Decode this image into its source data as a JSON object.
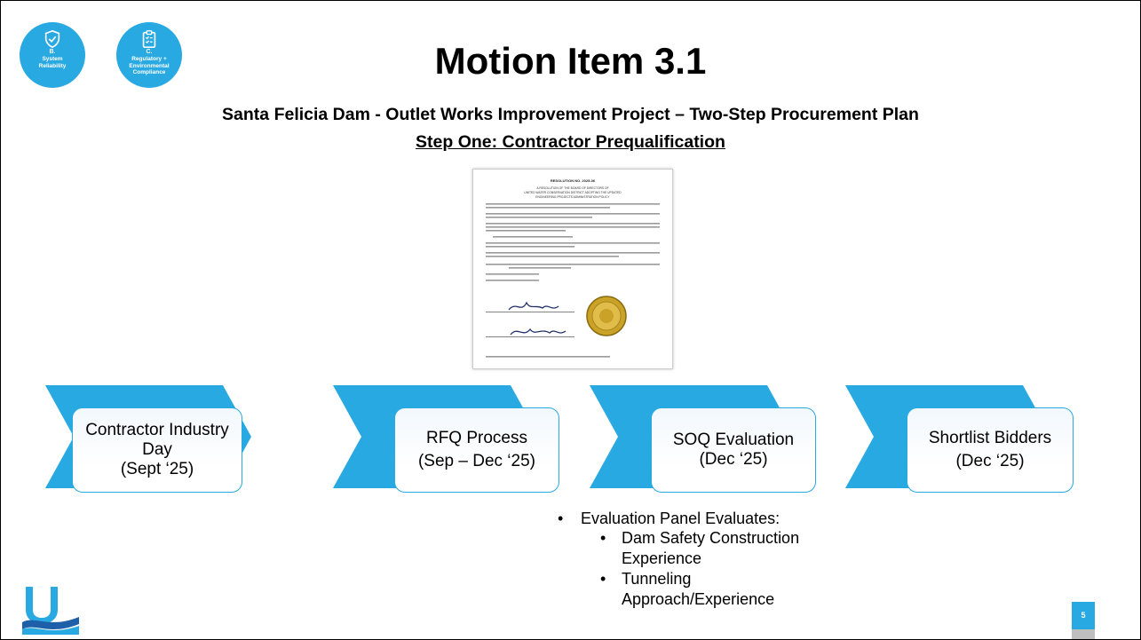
{
  "badges": [
    {
      "letter": "B.",
      "lines": [
        "System",
        "Reliability"
      ],
      "icon": "shield-check-icon"
    },
    {
      "letter": "C.",
      "lines": [
        "Regulatory +",
        "Environmental",
        "Compliance"
      ],
      "icon": "clipboard-check-icon"
    }
  ],
  "title": "Motion Item 3.1",
  "subtitle": "Santa Felicia Dam - Outlet Works Improvement Project – Two-Step Procurement Plan",
  "step_heading": "Step One: Contractor Prequalification",
  "resolution": {
    "number": "RESOLUTION NO. 2025-06",
    "heading": "A RESOLUTION OF THE BOARD OF DIRECTORS OF UNITED WATER CONSERVATION DISTRICT ADOPTING THE UPDATED ENGINEERING PROJECTS ADMINISTRATION POLICY",
    "footer": "Attachment A: Engineering Projects Administration Policy"
  },
  "process_steps": [
    {
      "line1": "Contractor Industry Day",
      "line2": "(Sept ‘25)"
    },
    {
      "line1": "RFQ Process",
      "line2": "(Sep – Dec ‘25)"
    },
    {
      "line1": "SOQ Evaluation",
      "line2": "(Dec ‘25)"
    },
    {
      "line1": "Shortlist Bidders",
      "line2": "(Dec ‘25)"
    }
  ],
  "evaluation": {
    "heading": "Evaluation Panel Evaluates:",
    "items": [
      {
        "line1": "Dam Safety Construction",
        "line2": "Experience"
      },
      {
        "line1": "Tunneling",
        "line2": "Approach/Experience"
      }
    ]
  },
  "page_number": "5",
  "colors": {
    "accent": "#29a9e1",
    "box_border": "#29a9e1",
    "text": "#000000"
  }
}
